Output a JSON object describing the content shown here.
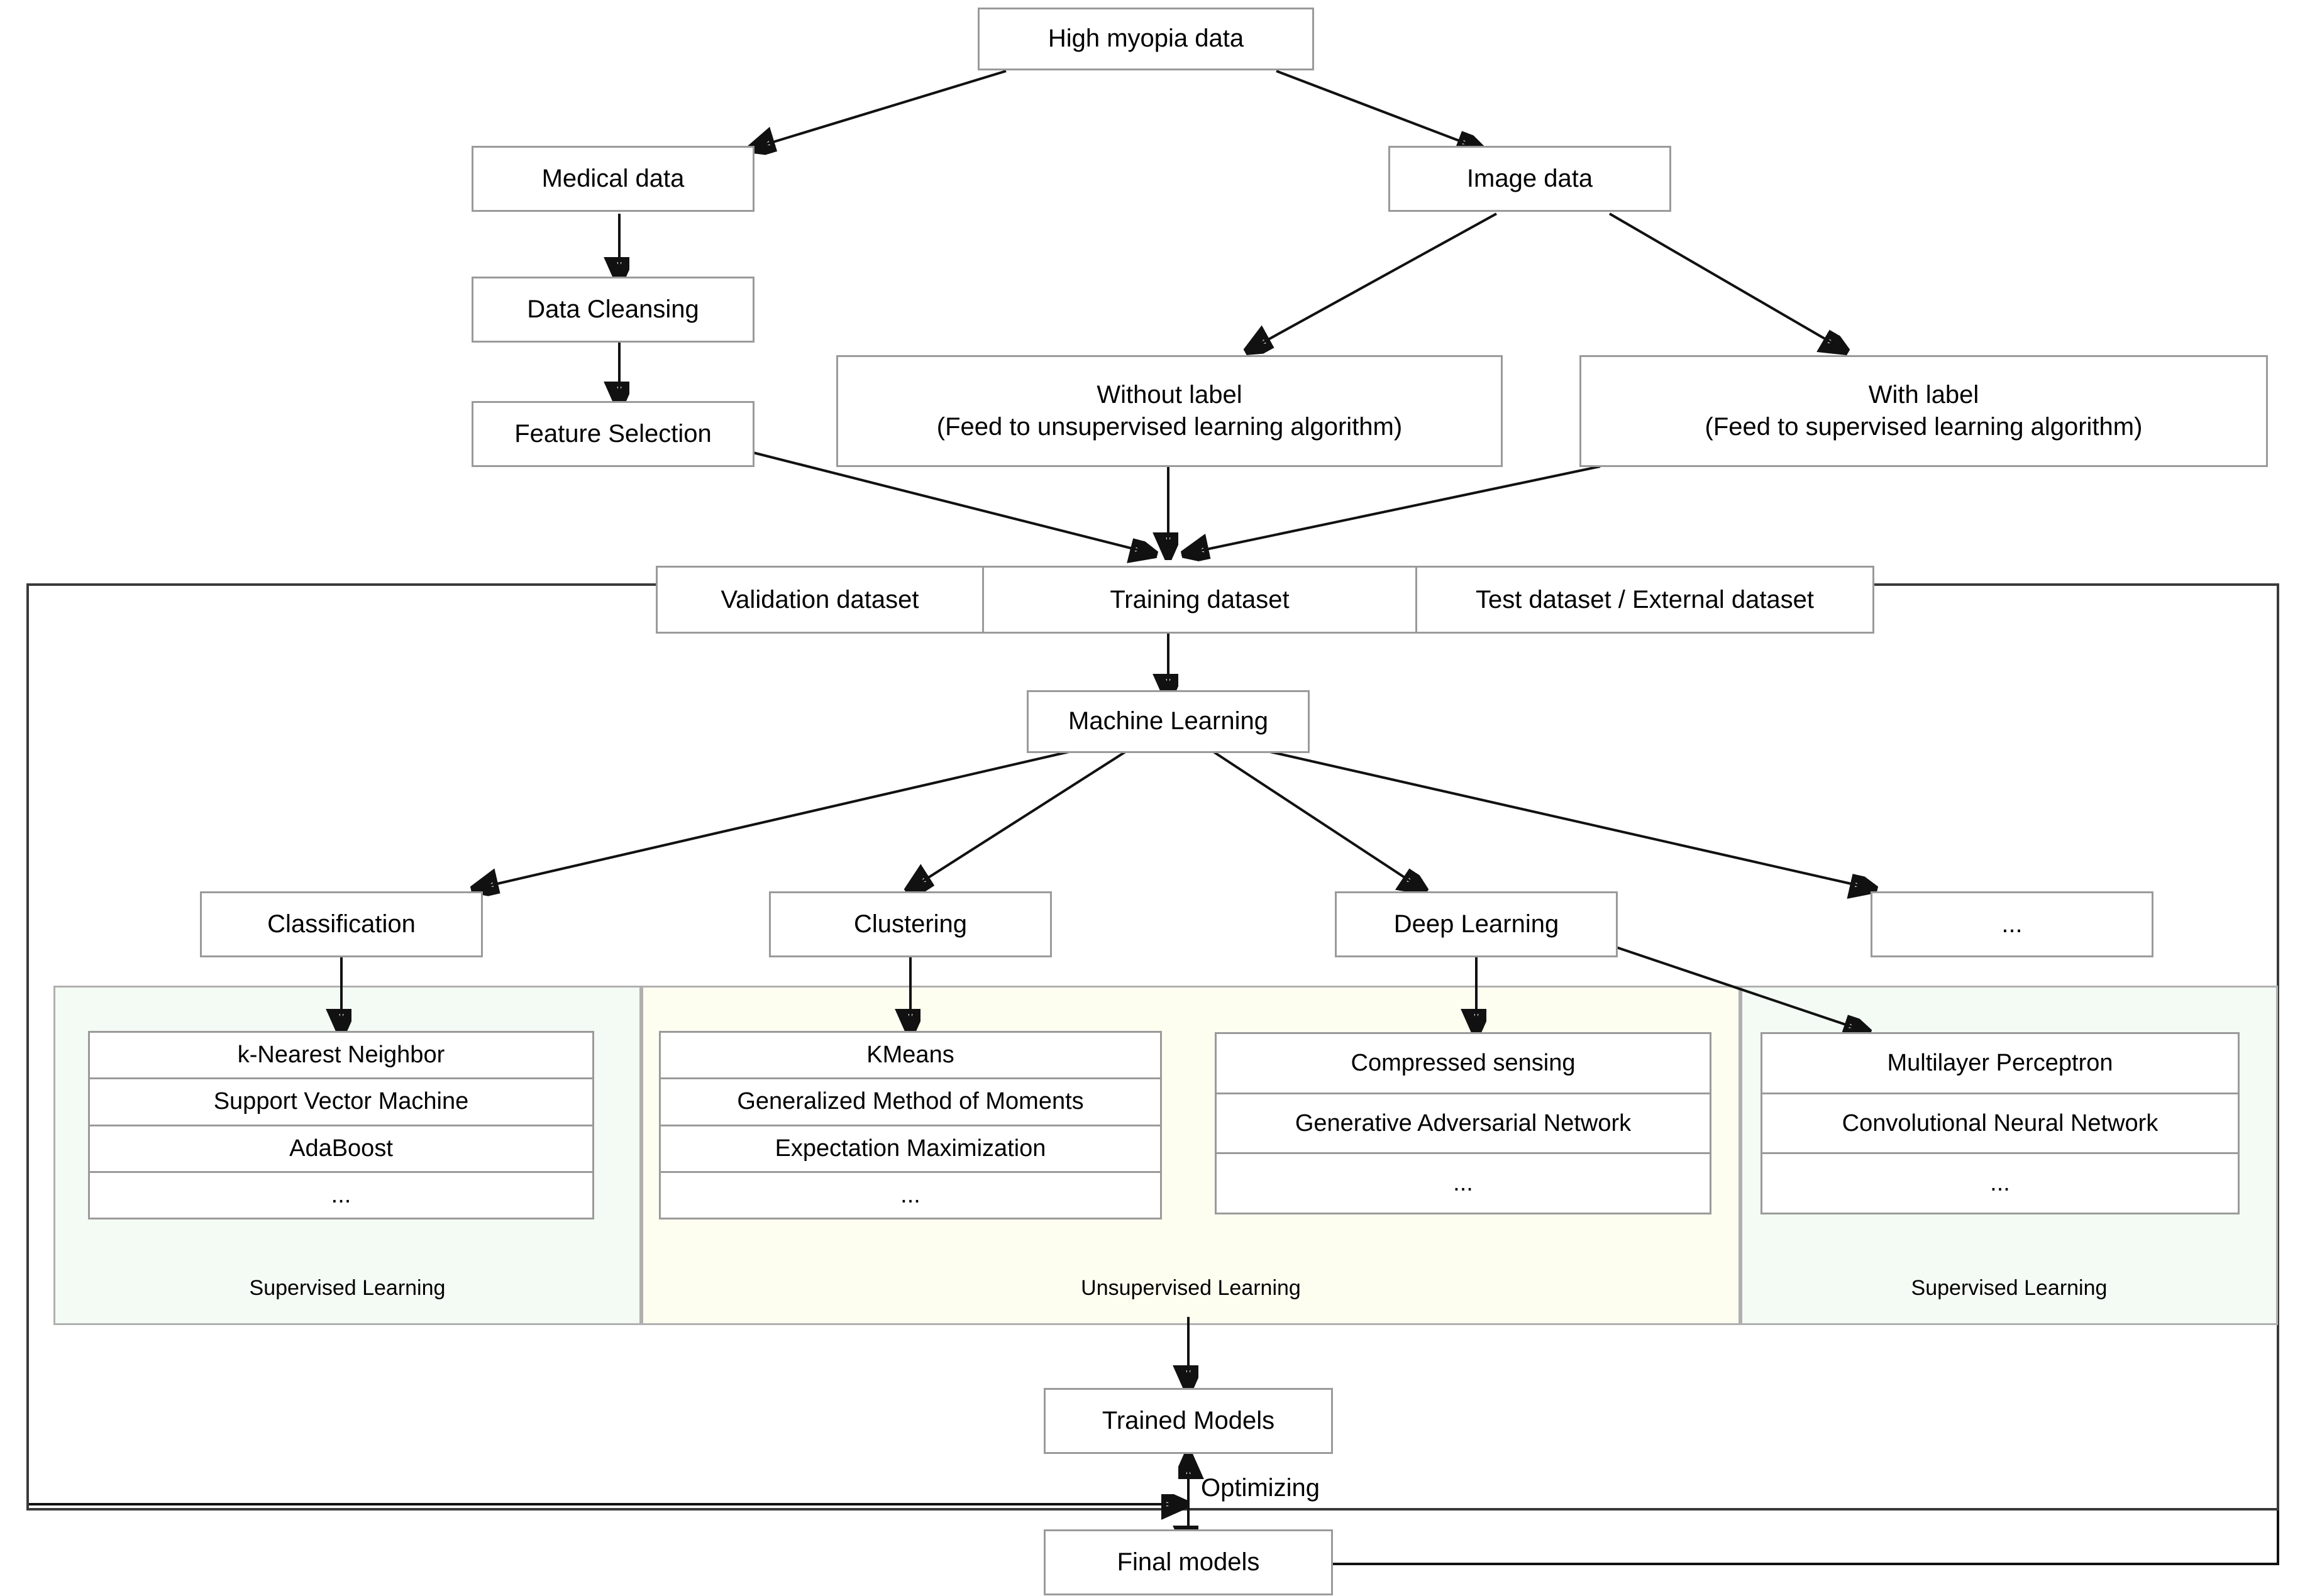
{
  "diagram": {
    "title_node": "High myopia data",
    "nodes": {
      "high_myopia_data": "High myopia data",
      "medical_data": "Medical data",
      "image_data": "Image data",
      "data_cleansing": "Data Cleansing",
      "feature_selection": "Feature Selection",
      "without_label_line1": "Without label",
      "without_label_line2": "(Feed to unsupervised learning algorithm)",
      "with_label_line1": "With label",
      "with_label_line2": "(Feed to supervised learning algorithm)",
      "machine_learning": "Machine Learning",
      "classification": "Classification",
      "clustering": "Clustering",
      "deep_learning": "Deep Learning",
      "more_methods": "...",
      "trained_models": "Trained Models",
      "final_models": "Final models"
    },
    "dataset_bar": {
      "segments": [
        "Validation dataset",
        "Training dataset",
        "Test dataset / External dataset"
      ]
    },
    "edge_labels": {
      "optimizing": "Optimizing"
    },
    "panels": [
      {
        "id": "classification-panel",
        "label": "Supervised Learning",
        "color": "#f4faf4",
        "algorithms": [
          "k-Nearest Neighbor",
          "Support Vector Machine",
          "AdaBoost",
          "..."
        ]
      },
      {
        "id": "clustering-panel",
        "label": "Unsupervised Learning",
        "color": "#fdfdf0",
        "algorithms": [
          "KMeans",
          "Generalized Method of Moments",
          "Expectation Maximization",
          "..."
        ]
      },
      {
        "id": "deeplearning-unsup-panel",
        "label": "",
        "color": "#fdfdf0",
        "algorithms": [
          "Compressed sensing",
          "Generative Adversarial Network",
          "..."
        ]
      },
      {
        "id": "deeplearning-sup-panel",
        "label": "Supervised Learning",
        "color": "#f4faf4",
        "algorithms": [
          "Multilayer Perceptron",
          "Convolutional Neural Network",
          "..."
        ]
      }
    ],
    "colors": {
      "supervised_panel": "#f4faf4",
      "unsupervised_panel": "#fdfdf0",
      "node_border": "#9a9a9a",
      "frame_border": "#3a3a3a",
      "arrow": "#111111"
    }
  }
}
